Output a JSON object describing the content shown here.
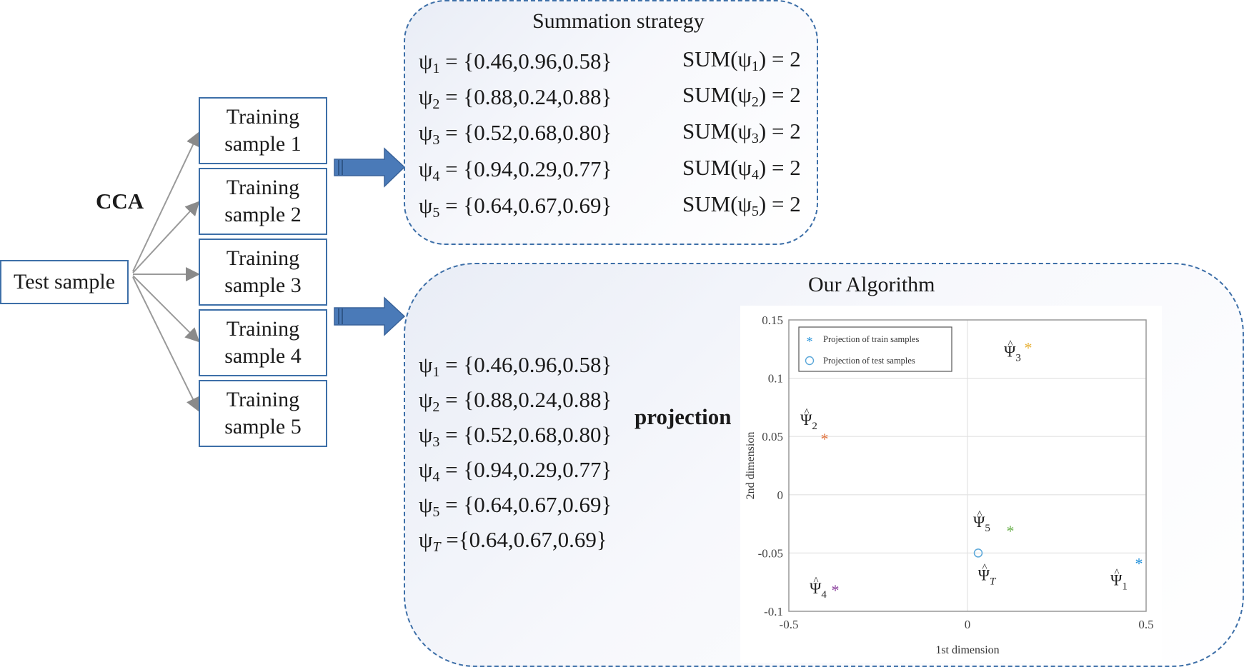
{
  "test_sample": "Test sample",
  "cca_label": "CCA",
  "training_samples": [
    {
      "line1": "Training",
      "line2": "sample 1"
    },
    {
      "line1": "Training",
      "line2": "sample 2"
    },
    {
      "line1": "Training",
      "line2": "sample 3"
    },
    {
      "line1": "Training",
      "line2": "sample 4"
    },
    {
      "line1": "Training",
      "line2": "sample 5"
    }
  ],
  "summation": {
    "title": "Summation strategy",
    "vectors": [
      {
        "sym": "ψ",
        "sub": "1",
        "rhs": "= {0.46,0.96,0.58}"
      },
      {
        "sym": "ψ",
        "sub": "2",
        "rhs": "= {0.88,0.24,0.88}"
      },
      {
        "sym": "ψ",
        "sub": "3",
        "rhs": "= {0.52,0.68,0.80}"
      },
      {
        "sym": "ψ",
        "sub": "4",
        "rhs": "= {0.94,0.29,0.77}"
      },
      {
        "sym": "ψ",
        "sub": "5",
        "rhs": "=  {0.64,0.67,0.69}"
      }
    ],
    "sums": [
      {
        "pre": "SUM(ψ",
        "sub": "1",
        "post": ") = 2"
      },
      {
        "pre": "SUM(ψ",
        "sub": "2",
        "post": ") = 2"
      },
      {
        "pre": "SUM(ψ",
        "sub": "3",
        "post": ") = 2"
      },
      {
        "pre": "SUM(ψ",
        "sub": "4",
        "post": ") = 2"
      },
      {
        "pre": "SUM(ψ",
        "sub": "5",
        "post": ") = 2"
      }
    ]
  },
  "algorithm": {
    "title": "Our Algorithm",
    "projection_label": "projection",
    "vectors": [
      {
        "sym": "ψ",
        "sub": "1",
        "rhs": "= {0.46,0.96,0.58}"
      },
      {
        "sym": "ψ",
        "sub": "2",
        "rhs": "= {0.88,0.24,0.88}"
      },
      {
        "sym": "ψ",
        "sub": "3",
        "rhs": "= {0.52,0.68,0.80}"
      },
      {
        "sym": "ψ",
        "sub": "4",
        "rhs": "= {0.94,0.29,0.77}"
      },
      {
        "sym": "ψ",
        "sub": "5",
        "rhs": "=  {0.64,0.67,0.69}"
      },
      {
        "sym": "ψ",
        "sub": "T",
        "rhs": "={0.64,0.67,0.69}"
      }
    ]
  },
  "colors": {
    "accent": "#3d6fa8",
    "arrow": "#4a7ab8"
  },
  "chart_data": {
    "type": "scatter",
    "xlabel": "1st dimension",
    "ylabel": "2nd dimension",
    "xlim": [
      -0.5,
      0.5
    ],
    "ylim": [
      -0.1,
      0.15
    ],
    "xticks": [
      "-0.5",
      "0",
      "0.5"
    ],
    "yticks": [
      "0.15",
      "0.1",
      "0.05",
      "0",
      "-0.05",
      "-0.1"
    ],
    "grid": true,
    "legend_position": "top-left",
    "legend": [
      {
        "label": "Projection of train samples",
        "marker": "asterisk",
        "color": "#1f8fd9"
      },
      {
        "label": "Projection of test samples",
        "marker": "circle",
        "color": "#5aa7d9"
      }
    ],
    "points": [
      {
        "label": "Ψ",
        "sub": "1",
        "x": 0.48,
        "y": -0.058,
        "marker": "asterisk",
        "color": "#1f8fd9"
      },
      {
        "label": "Ψ",
        "sub": "2",
        "x": -0.4,
        "y": 0.049,
        "marker": "asterisk",
        "color": "#e0703a"
      },
      {
        "label": "Ψ",
        "sub": "3",
        "x": 0.17,
        "y": 0.127,
        "marker": "asterisk",
        "color": "#e8b23a"
      },
      {
        "label": "Ψ",
        "sub": "4",
        "x": -0.37,
        "y": -0.081,
        "marker": "asterisk",
        "color": "#8a3f9c"
      },
      {
        "label": "Ψ",
        "sub": "5",
        "x": 0.12,
        "y": -0.03,
        "marker": "asterisk",
        "color": "#6ab04c"
      },
      {
        "label": "Ψ",
        "sub": "T",
        "x": 0.03,
        "y": -0.05,
        "marker": "circle",
        "color": "#5aa7d9"
      }
    ]
  }
}
